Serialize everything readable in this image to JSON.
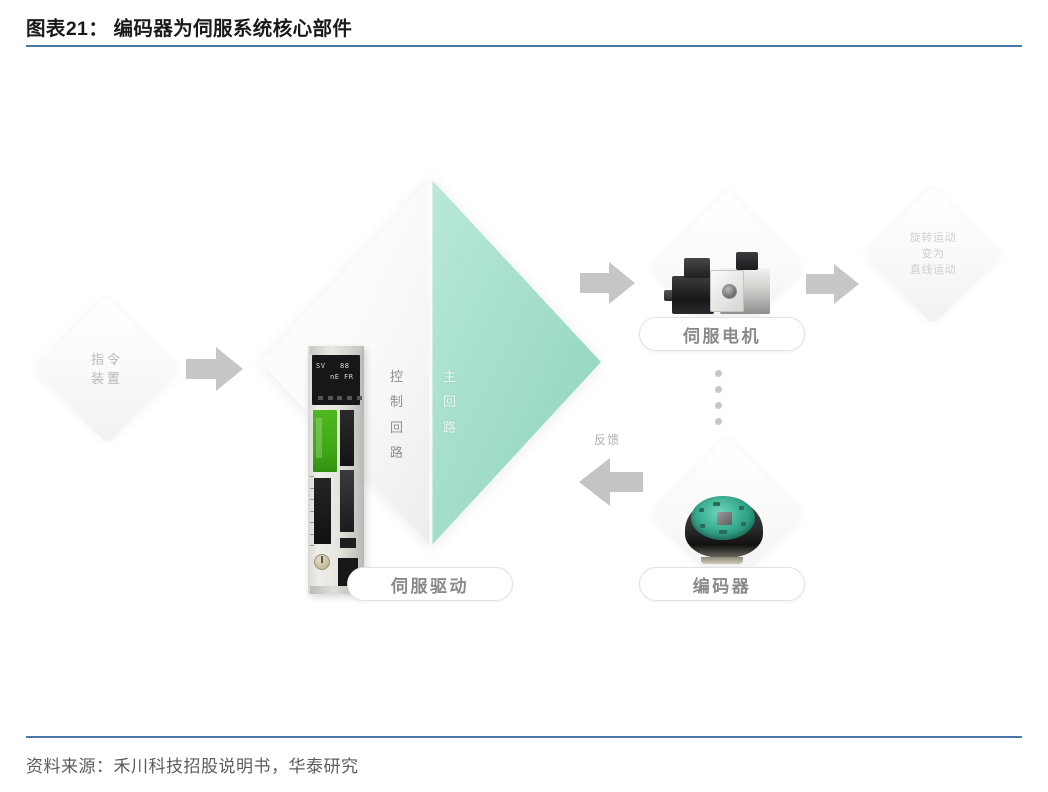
{
  "header": {
    "label": "图表",
    "number": "21",
    "separator": "：",
    "title": "编码器为伺服系统核心部件",
    "full_title": "图表21： 编码器为伺服系统核心部件",
    "rule_color": "#4a76a8"
  },
  "footer": {
    "source": "资料来源：禾川科技招股说明书，华泰研究"
  },
  "diagram": {
    "nodes": {
      "command_device": {
        "line1": "指令",
        "line2": "装置"
      },
      "motion_convert": {
        "line1": "旋转运动",
        "line2": "变为",
        "line3": "直线运动"
      },
      "control_circuit": {
        "text": "控制回路",
        "chars": [
          "控",
          "制",
          "回",
          "路"
        ]
      },
      "main_circuit": {
        "text": "主回路",
        "chars": [
          "主",
          "回",
          "路"
        ]
      }
    },
    "pills": {
      "servo_drive": "伺服驱动",
      "servo_motor": "伺服电机",
      "encoder": "编码器"
    },
    "edges": {
      "feedback": "反馈"
    },
    "colors": {
      "accent_green": "#a5dfcb",
      "green_dark": "#8fd4bd",
      "arrow_gray": "#c4c4c4",
      "diamond_fill": "#fbfbfb",
      "label_gray": "#8a8a8a",
      "driver_green_panel": "#3ea515"
    },
    "device_display": {
      "seg1": "SV",
      "seg2": "88",
      "seg3": "nE",
      "seg4": "FR"
    }
  }
}
